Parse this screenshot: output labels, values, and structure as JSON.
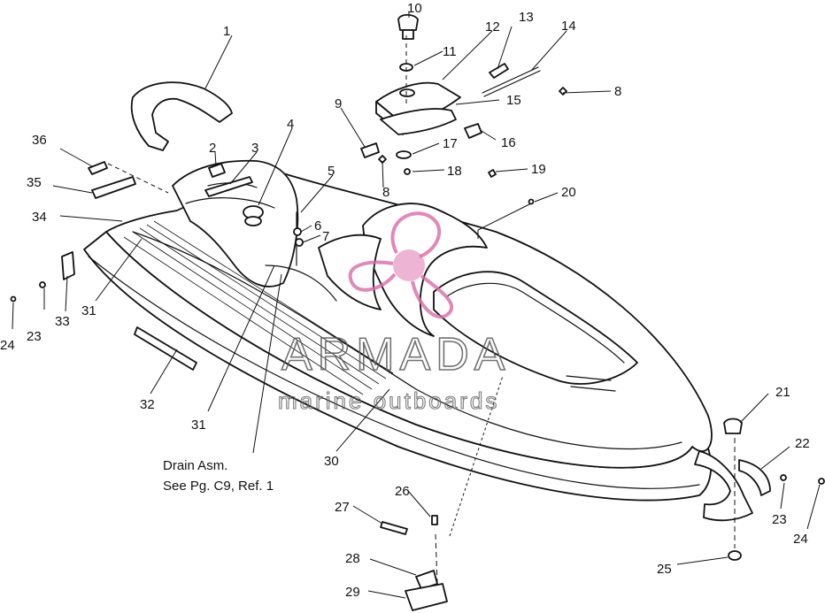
{
  "callouts": [
    {
      "id": "c1",
      "text": "1"
    },
    {
      "id": "c2",
      "text": "2"
    },
    {
      "id": "c3",
      "text": "3"
    },
    {
      "id": "c4",
      "text": "4"
    },
    {
      "id": "c5",
      "text": "5"
    },
    {
      "id": "c6",
      "text": "6"
    },
    {
      "id": "c7",
      "text": "7"
    },
    {
      "id": "c8a",
      "text": "8"
    },
    {
      "id": "c8b",
      "text": "8"
    },
    {
      "id": "c9",
      "text": "9"
    },
    {
      "id": "c10",
      "text": "10"
    },
    {
      "id": "c11",
      "text": "11"
    },
    {
      "id": "c12",
      "text": "12"
    },
    {
      "id": "c13",
      "text": "13"
    },
    {
      "id": "c14",
      "text": "14"
    },
    {
      "id": "c15",
      "text": "15"
    },
    {
      "id": "c16",
      "text": "16"
    },
    {
      "id": "c17",
      "text": "17"
    },
    {
      "id": "c18",
      "text": "18"
    },
    {
      "id": "c19",
      "text": "19"
    },
    {
      "id": "c20",
      "text": "20"
    },
    {
      "id": "c21",
      "text": "21"
    },
    {
      "id": "c22",
      "text": "22"
    },
    {
      "id": "c23a",
      "text": "23"
    },
    {
      "id": "c23b",
      "text": "23"
    },
    {
      "id": "c24a",
      "text": "24"
    },
    {
      "id": "c24b",
      "text": "24"
    },
    {
      "id": "c25",
      "text": "25"
    },
    {
      "id": "c26",
      "text": "26"
    },
    {
      "id": "c27",
      "text": "27"
    },
    {
      "id": "c28",
      "text": "28"
    },
    {
      "id": "c29",
      "text": "29"
    },
    {
      "id": "c30",
      "text": "30"
    },
    {
      "id": "c31a",
      "text": "31"
    },
    {
      "id": "c31b",
      "text": "31"
    },
    {
      "id": "c32",
      "text": "32"
    },
    {
      "id": "c33",
      "text": "33"
    },
    {
      "id": "c34",
      "text": "34"
    },
    {
      "id": "c35",
      "text": "35"
    },
    {
      "id": "c36",
      "text": "36"
    }
  ],
  "note": {
    "line1": "Drain Asm.",
    "line2": "See Pg. C9, Ref. 1"
  },
  "watermark": {
    "brand": "ARMADA",
    "tagline": "marine outboards",
    "logo": "propeller-logo",
    "logo_color": "#e9a2c8"
  }
}
